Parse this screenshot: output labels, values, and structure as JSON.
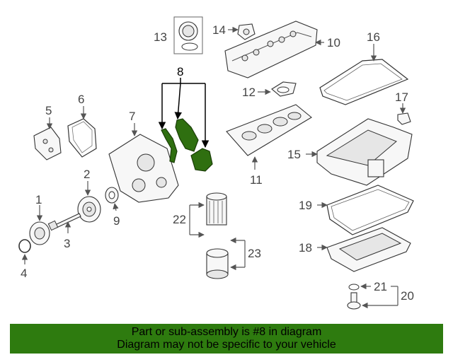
{
  "callouts": {
    "c1": "1",
    "c2": "2",
    "c3": "3",
    "c4": "4",
    "c5": "5",
    "c6": "6",
    "c7": "7",
    "c8": "8",
    "c9": "9",
    "c10": "10",
    "c11": "11",
    "c12": "12",
    "c13": "13",
    "c14": "14",
    "c15": "15",
    "c16": "16",
    "c17": "17",
    "c18": "18",
    "c19": "19",
    "c20": "20",
    "c21": "21",
    "c22": "22",
    "c23": "23"
  },
  "banner": {
    "line1": "Part or sub-assembly is #8 in diagram",
    "line2": "Diagram may not be specific to your vehicle"
  },
  "colors": {
    "highlight": "#2f6f10",
    "banner": "#2e7b0f"
  }
}
